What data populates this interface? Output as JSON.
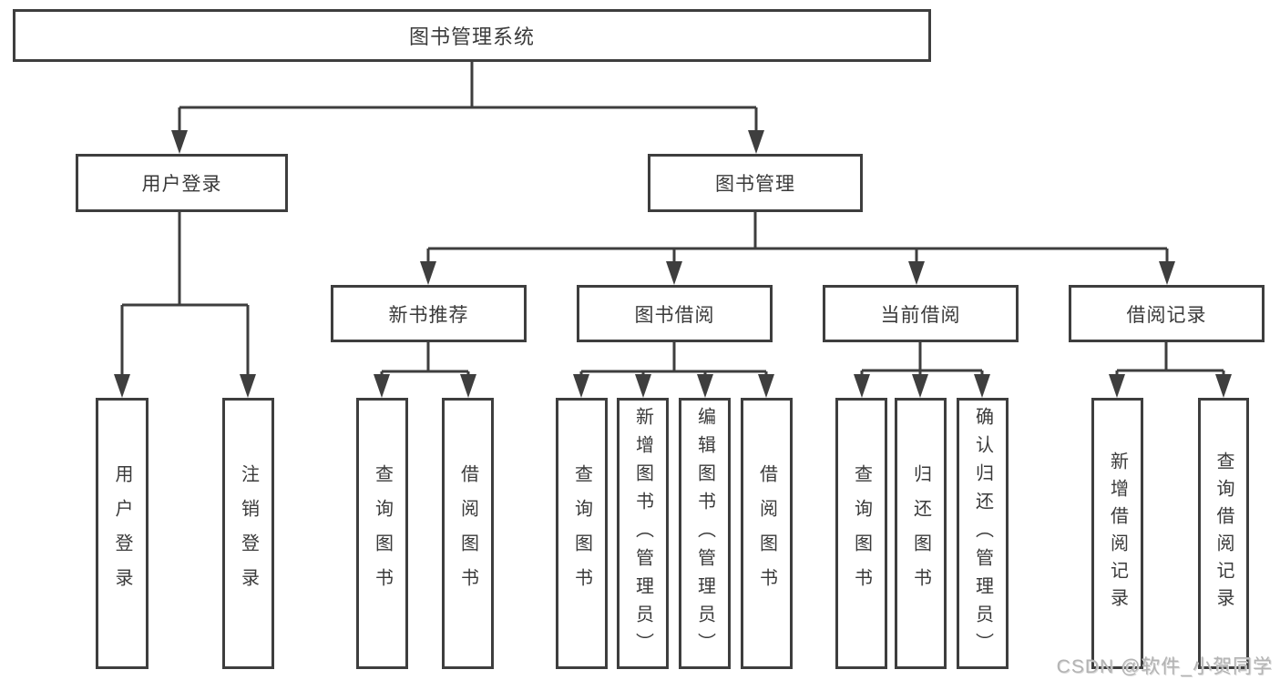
{
  "colors": {
    "background": "#ffffff",
    "line": "#3e3e3e",
    "box_border": "#3e3e3e",
    "text": "#3a3a3a",
    "watermark": "#b3b3b3"
  },
  "watermark": {
    "text": "CSDN @软件_小贺同学"
  },
  "tree": {
    "root": {
      "label": "图书管理系统",
      "children": [
        {
          "label": "用户登录",
          "children": [
            {
              "label": "用户登录"
            },
            {
              "label": "注销登录"
            }
          ]
        },
        {
          "label": "图书管理",
          "children": [
            {
              "label": "新书推荐",
              "children": [
                {
                  "label": "查询图书"
                },
                {
                  "label": "借阅图书"
                }
              ]
            },
            {
              "label": "图书借阅",
              "children": [
                {
                  "label": "查询图书"
                },
                {
                  "label": "新增图书（管理员）"
                },
                {
                  "label": "编辑图书（管理员）"
                },
                {
                  "label": "借阅图书"
                }
              ]
            },
            {
              "label": "当前借阅",
              "children": [
                {
                  "label": "查询图书"
                },
                {
                  "label": "归还图书"
                },
                {
                  "label": "确认归还（管理员）"
                }
              ]
            },
            {
              "label": "借阅记录",
              "children": [
                {
                  "label": "新增借阅记录"
                },
                {
                  "label": "查询借阅记录"
                }
              ]
            }
          ]
        }
      ]
    }
  }
}
